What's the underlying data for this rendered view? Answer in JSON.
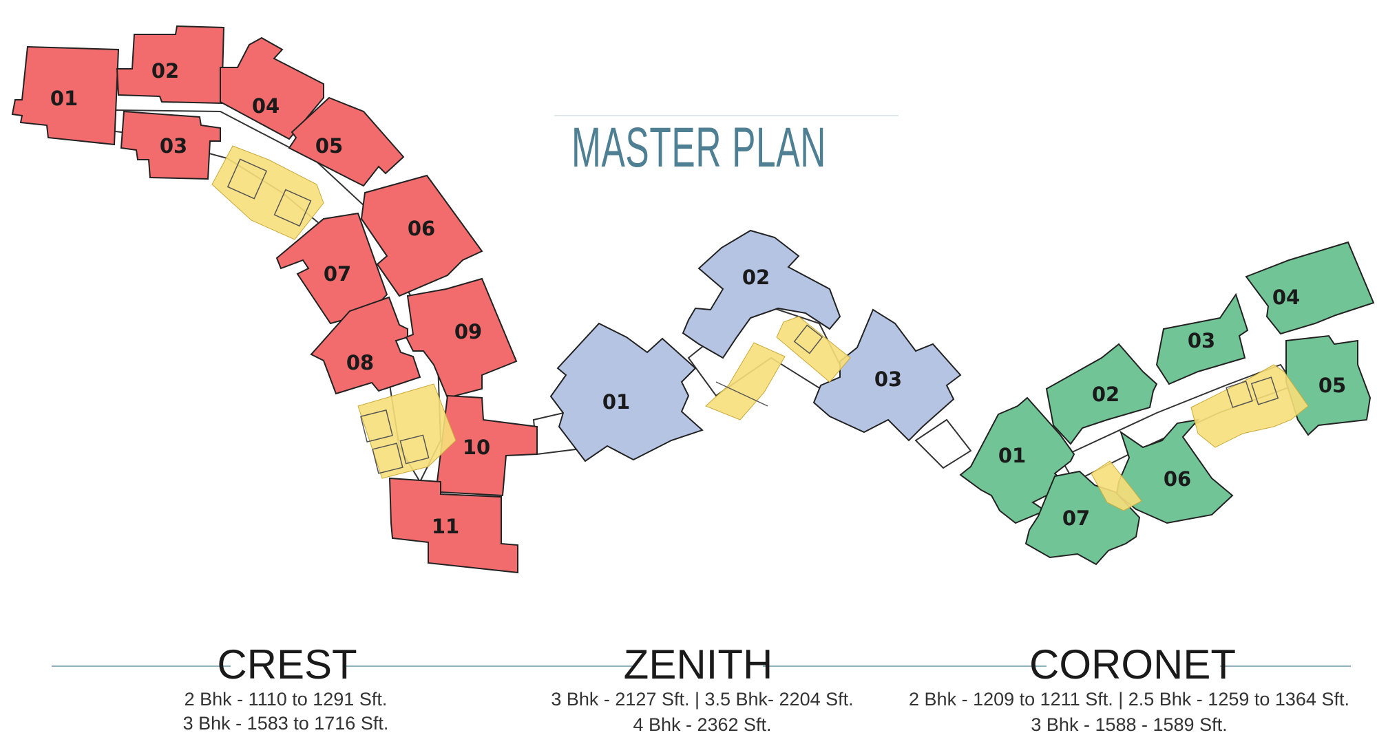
{
  "colors": {
    "crest": "#f26c6e",
    "zenith": "#b6c4e4",
    "coronet": "#70c496",
    "core": "#f7df7a",
    "title": "#4e7f93",
    "rule": "#8fb2c0"
  },
  "title": "MASTER PLAN",
  "crest": {
    "name": "CREST",
    "line1": "2 Bhk - 1110 to 1291 Sft.",
    "line2": "3 Bhk - 1583 to 1716 Sft.",
    "units": [
      "01",
      "02",
      "03",
      "04",
      "05",
      "06",
      "07",
      "08",
      "09",
      "10",
      "11"
    ]
  },
  "zenith": {
    "name": "ZENITH",
    "line1": "3 Bhk - 2127 Sft.  |  3.5 Bhk- 2204 Sft.",
    "line2": "4 Bhk - 2362 Sft.",
    "units": [
      "01",
      "02",
      "03"
    ]
  },
  "coronet": {
    "name": "CORONET",
    "line1": "2 Bhk - 1209 to 1211  Sft.  |  2.5 Bhk - 1259 to 1364 Sft.",
    "line2": "3 Bhk - 1588 - 1589 Sft.",
    "units": [
      "01",
      "02",
      "03",
      "04",
      "05",
      "06",
      "07"
    ]
  }
}
